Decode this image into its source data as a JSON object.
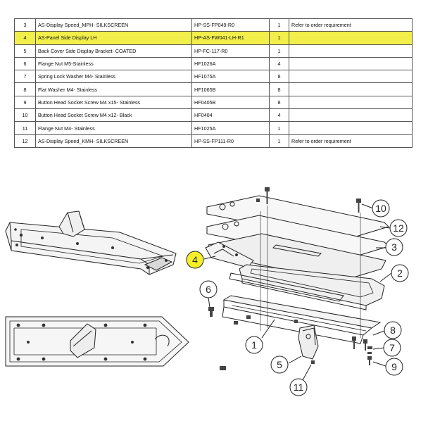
{
  "bom": {
    "rows": [
      {
        "item": "3",
        "description": "AS-Display Speed_MPH- SILKSCREEN",
        "part_no": "HP-SS-FP049-R0",
        "qty": "1",
        "note": "Refer to order requirement",
        "highlight": false
      },
      {
        "item": "4",
        "description": "AS-Panel Side Display LH",
        "part_no": "HP-AS-FW041-LH-R1",
        "qty": "1",
        "note": "",
        "highlight": true
      },
      {
        "item": "5",
        "description": "Back Cover Side Display Bracket- COATED",
        "part_no": "HP-FC-117-R0",
        "qty": "1",
        "note": "",
        "highlight": false
      },
      {
        "item": "6",
        "description": "Flange Nut M5-Stainless",
        "part_no": "HF1026A",
        "qty": "4",
        "note": "",
        "highlight": false
      },
      {
        "item": "7",
        "description": "Spring Lock Washer M4- Stainless",
        "part_no": "HF1075A",
        "qty": "8",
        "note": "",
        "highlight": false
      },
      {
        "item": "8",
        "description": "Flat Washer M4- Stainless",
        "part_no": "HF1065B",
        "qty": "8",
        "note": "",
        "highlight": false
      },
      {
        "item": "9",
        "description": "Button Head Socket Screw M4 x15- Stainless",
        "part_no": "HF0405B",
        "qty": "8",
        "note": "",
        "highlight": false
      },
      {
        "item": "10",
        "description": "Button Head Socket Screw M4 x12- Black",
        "part_no": "HF0404",
        "qty": "4",
        "note": "",
        "highlight": false
      },
      {
        "item": "11",
        "description": "Flange Nut M4- Stainless",
        "part_no": "HF1025A",
        "qty": "1",
        "note": "",
        "highlight": false
      },
      {
        "item": "12",
        "description": "AS-Display Speed_KMH- SILKSCREEN",
        "part_no": "HP-SS-FP111-R0",
        "qty": "1",
        "note": "Refer to order requirement",
        "highlight": false
      }
    ]
  },
  "callouts": {
    "c1": "1",
    "c2": "2",
    "c3": "3",
    "c4": "4",
    "c5": "5",
    "c6": "6",
    "c7": "7",
    "c8": "8",
    "c9": "9",
    "c10": "10",
    "c11": "11",
    "c12": "12"
  },
  "colors": {
    "highlight": "#f2ef4a",
    "callout_highlight": "#f5ef2a",
    "line": "#222222"
  }
}
